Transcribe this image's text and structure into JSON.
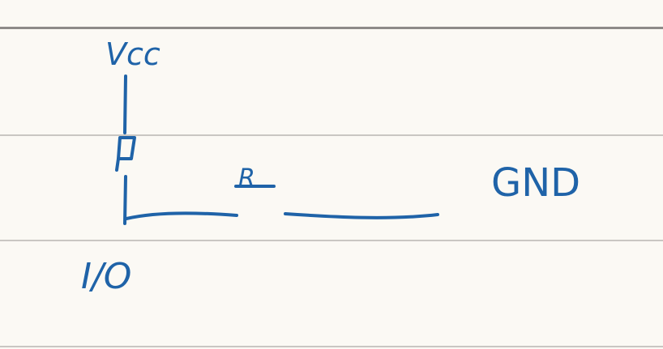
{
  "ink_color": "#1f63a8",
  "paper_color": "#fbf9f4",
  "labels": {
    "vcc": "Vcc",
    "resistor": "R",
    "gnd": "GND",
    "io": "I/O"
  }
}
